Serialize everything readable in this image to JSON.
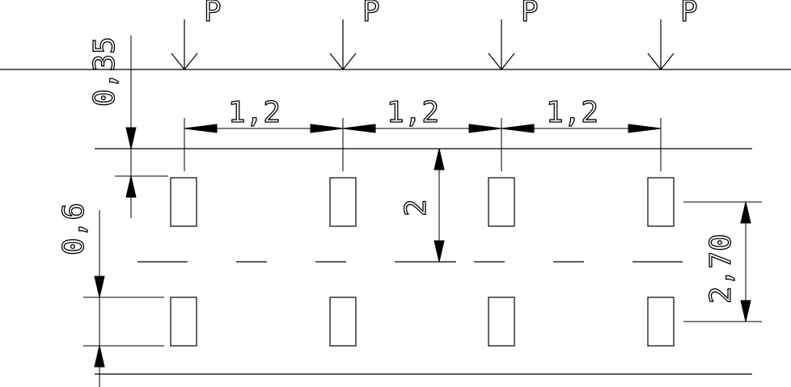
{
  "loads": {
    "label": "P",
    "count": 4
  },
  "dimensions": {
    "spacing": "1,2",
    "top_offset": "0,35",
    "height_between_lines": "2",
    "side_offset": "0,6",
    "total_height": "2,70"
  }
}
